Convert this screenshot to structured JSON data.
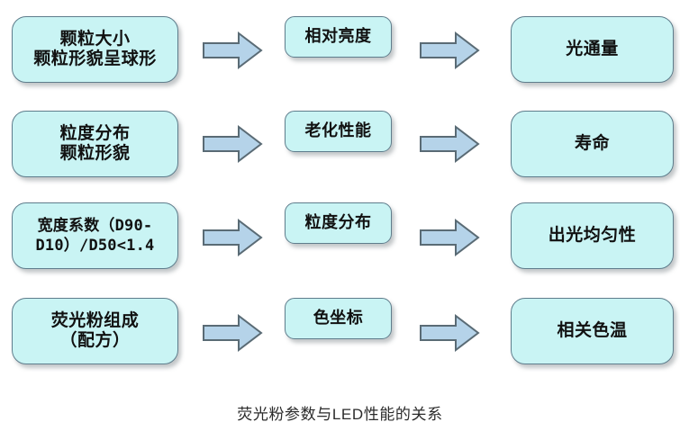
{
  "caption": "荧光粉参数与LED性能的关系",
  "colors": {
    "background": "#ffffff",
    "node_fill": "#c9f4f4",
    "node_border": "#5f7d8c",
    "arrow_fill": "#b5d3e9",
    "arrow_border": "#5a6b75",
    "text": "#111111",
    "caption_text": "#2b2b2b"
  },
  "arrow_icon_name": "right-block-arrow-icon",
  "rows": [
    {
      "parameter": "颗粒大小\n颗粒形貌呈球形",
      "arrow1": "→",
      "property": "相对亮度",
      "arrow2": "→",
      "performance": "光通量"
    },
    {
      "parameter": "粒度分布\n颗粒形貌",
      "arrow1": "→",
      "property": "老化性能",
      "arrow2": "→",
      "performance": "寿命"
    },
    {
      "parameter": "宽度系数（D90-\nD10）/D50<1.4",
      "arrow1": "→",
      "property": "粒度分布",
      "arrow2": "→",
      "performance": "出光均匀性"
    },
    {
      "parameter": "荧光粉组成\n（配方）",
      "arrow1": "→",
      "property": "色坐标",
      "arrow2": "→",
      "performance": "相关色温"
    }
  ]
}
